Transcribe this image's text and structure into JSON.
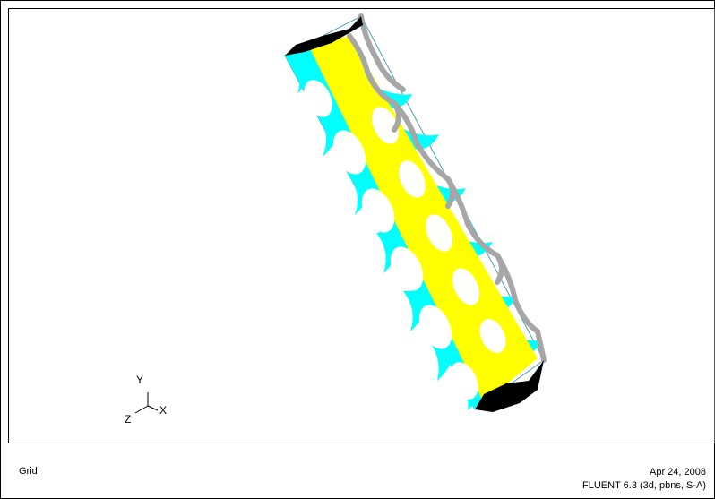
{
  "title": "Grid",
  "date": "Apr 24, 2008",
  "solver_info": "FLUENT 6.3 (3d, pbns, S-A)",
  "triad": {
    "y": "Y",
    "x": "X",
    "z": "Z"
  },
  "colors": {
    "wall_yellow": "#ffff00",
    "wall_cyan": "#00ffff",
    "wall_gray": "#a6a6a6",
    "end_cap": "#000000",
    "background": "#ffffff"
  }
}
